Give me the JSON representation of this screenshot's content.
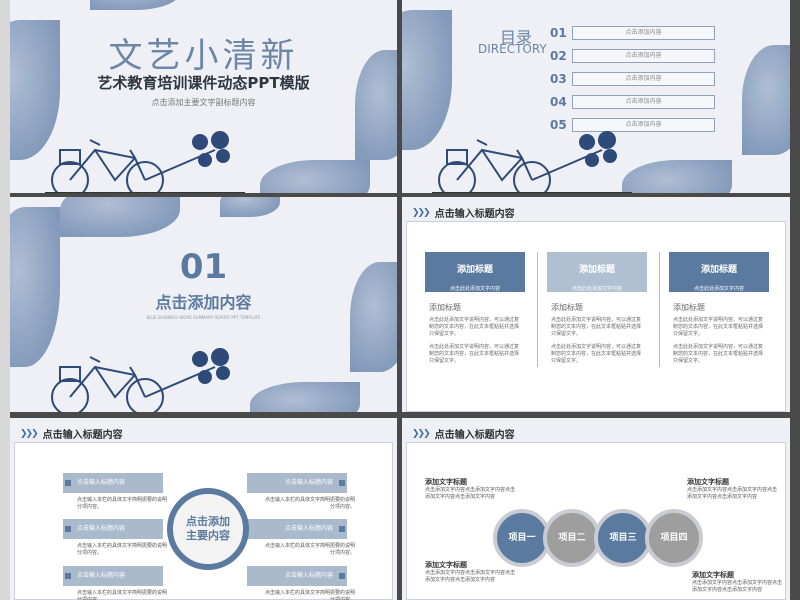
{
  "colors": {
    "accent": "#5b7aa0",
    "light_accent": "#a9bacd",
    "background": "#eef0f6"
  },
  "slide1": {
    "title": "文艺小清新",
    "subtitle": "艺术教育培训课件动态PPT模版",
    "caption": "点击添加主要文字副标题内容"
  },
  "slide2": {
    "title": "目录",
    "title_en": "DIRECTORY",
    "items": [
      {
        "num": "01",
        "text": "点击添加内容"
      },
      {
        "num": "02",
        "text": "点击添加内容"
      },
      {
        "num": "03",
        "text": "点击添加内容"
      },
      {
        "num": "04",
        "text": "点击添加内容"
      },
      {
        "num": "05",
        "text": "点击添加内容"
      }
    ]
  },
  "slide3": {
    "number": "01",
    "title": "点击添加内容",
    "caption": "BLUE BUSINESS WORK SUMMARY REPORT PPT TEMPLATE"
  },
  "slide4": {
    "header": "点击输入标题内容",
    "columns": [
      {
        "card_title": "添加标题",
        "card_sub": "点击此处添加文字内容",
        "title": "添加标题",
        "p1": "点击此处添加文字说明内容，可以通过复制您的文本内容，在此文本框粘贴并选择只保留文字。",
        "p2": "点击此处添加文字说明内容，可以通过复制您的文本内容，在此文本框粘贴并选择只保留文字。"
      },
      {
        "card_title": "添加标题",
        "card_sub": "点击此处添加文字内容",
        "title": "添加标题",
        "p1": "点击此处添加文字说明内容，可以通过复制您的文本内容，在此文本框粘贴并选择只保留文字。",
        "p2": "点击此处添加文字说明内容，可以通过复制您的文本内容，在此文本框粘贴并选择只保留文字。"
      },
      {
        "card_title": "添加标题",
        "card_sub": "点击此处添加文字内容",
        "title": "添加标题",
        "p1": "点击此处添加文字说明内容，可以通过复制您的文本内容，在此文本框粘贴并选择只保留文字。",
        "p2": "点击此处添加文字说明内容，可以通过复制您的文本内容，在此文本框粘贴并选择只保留文字。"
      }
    ]
  },
  "slide5": {
    "header": "点击输入标题内容",
    "center": "点击添加主要内容",
    "bar_label": "点击输入标题内容",
    "bar_desc": "点击输入本栏的具体文字简明扼要的说明分项内容。"
  },
  "slide6": {
    "header": "点击输入标题内容",
    "items": [
      "项目一",
      "项目二",
      "项目三",
      "项目四"
    ],
    "block_title": "添加文字标题",
    "block_text": "点击添加文字内容点击添加文字内容点击添加文字内容点击添加文字内容"
  }
}
